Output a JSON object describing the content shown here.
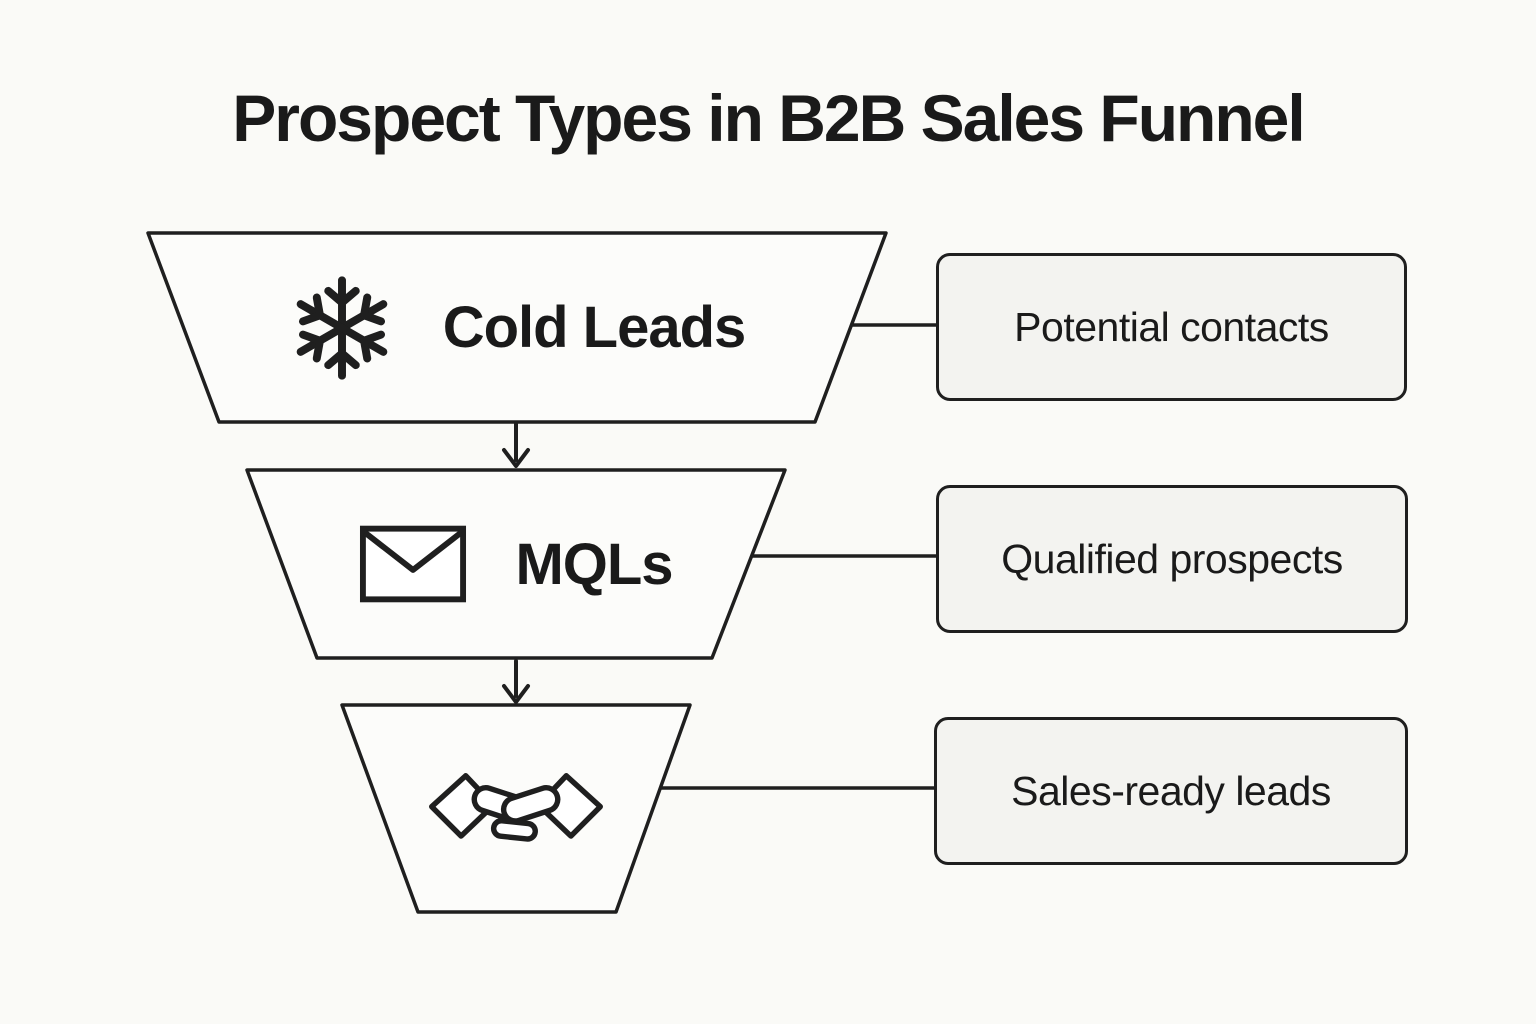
{
  "title": "Prospect Types in B2B Sales Funnel",
  "colors": {
    "background": "#fafaf7",
    "stroke": "#1f1f1f",
    "text": "#1a1a1a",
    "funnel_fill": "#fcfcfa",
    "box_fill": "#f3f3f0"
  },
  "funnel": {
    "stages": [
      {
        "label": "Cold Leads",
        "icon": "snowflake-icon",
        "description": "Potential contacts"
      },
      {
        "label": "MQLs",
        "icon": "envelope-icon",
        "description": "Qualified prospects"
      },
      {
        "label": "",
        "icon": "handshake-icon",
        "description": "Sales-ready leads"
      }
    ]
  }
}
